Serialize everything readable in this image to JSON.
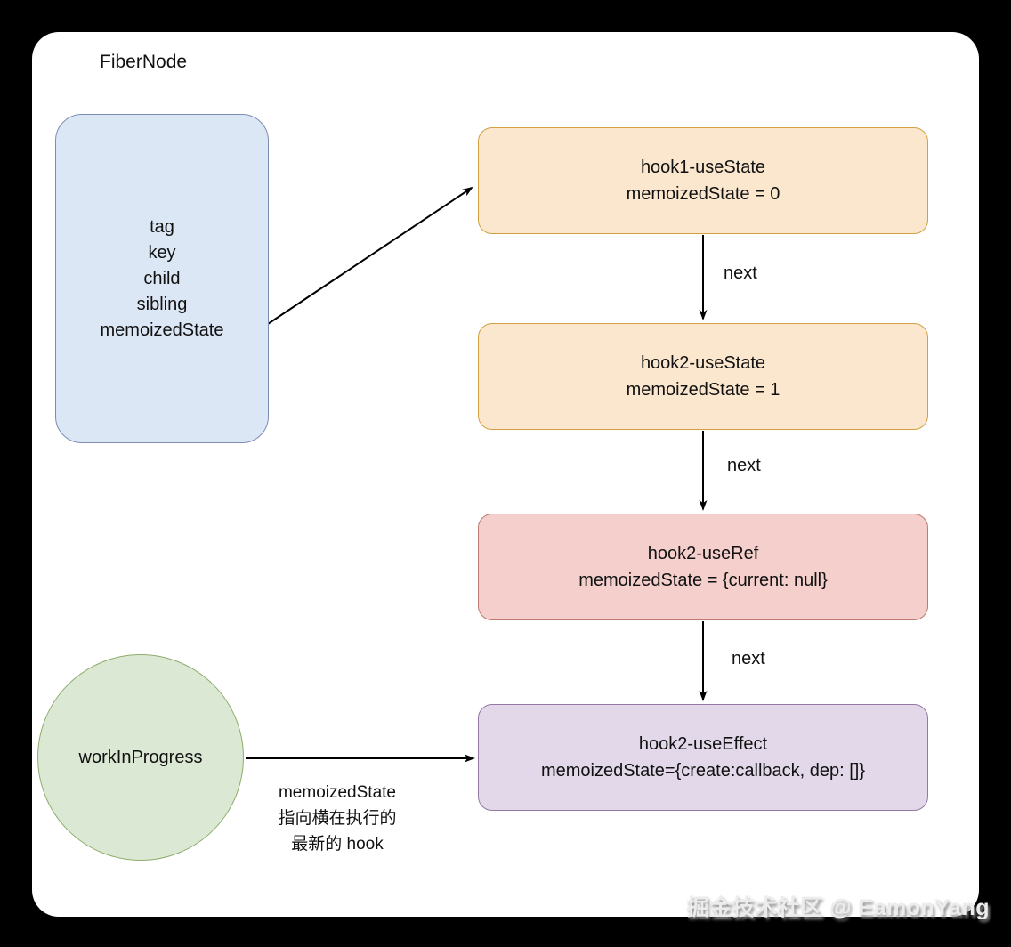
{
  "diagram": {
    "title": "FiberNode",
    "fiber_node": {
      "fields": [
        "tag",
        "key",
        "child",
        "sibling",
        "memoizedState"
      ]
    },
    "hooks": [
      {
        "name": "hook1-useState",
        "state": "memoizedState = 0"
      },
      {
        "name": "hook2-useState",
        "state": "memoizedState = 1"
      },
      {
        "name": "hook2-useRef",
        "state": "memoizedState = {current: null}"
      },
      {
        "name": "hook2-useEffect",
        "state": "memoizedState={create:callback, dep: []}"
      }
    ],
    "edges": {
      "next_labels": [
        "next",
        "next",
        "next"
      ]
    },
    "work_in_progress": {
      "label": "workInProgress"
    },
    "annotation": {
      "lines": [
        "memoizedState",
        "指向横在执行的",
        "最新的 hook"
      ]
    },
    "colors": {
      "fiber_node_fill": "#dce7f6",
      "fiber_node_stroke": "#7c8db3",
      "state_hook_fill": "#fbe7ce",
      "state_hook_stroke": "#d3a041",
      "ref_hook_fill": "#f4cfcc",
      "ref_hook_stroke": "#bc7a70",
      "effect_hook_fill": "#e2d8e9",
      "effect_hook_stroke": "#9379a4",
      "wip_fill": "#dbe9d4",
      "wip_stroke": "#8fac6b",
      "canvas": "#ffffff",
      "page_background": "#000000"
    }
  },
  "watermark": "掘金技术社区 @ EamonYang"
}
